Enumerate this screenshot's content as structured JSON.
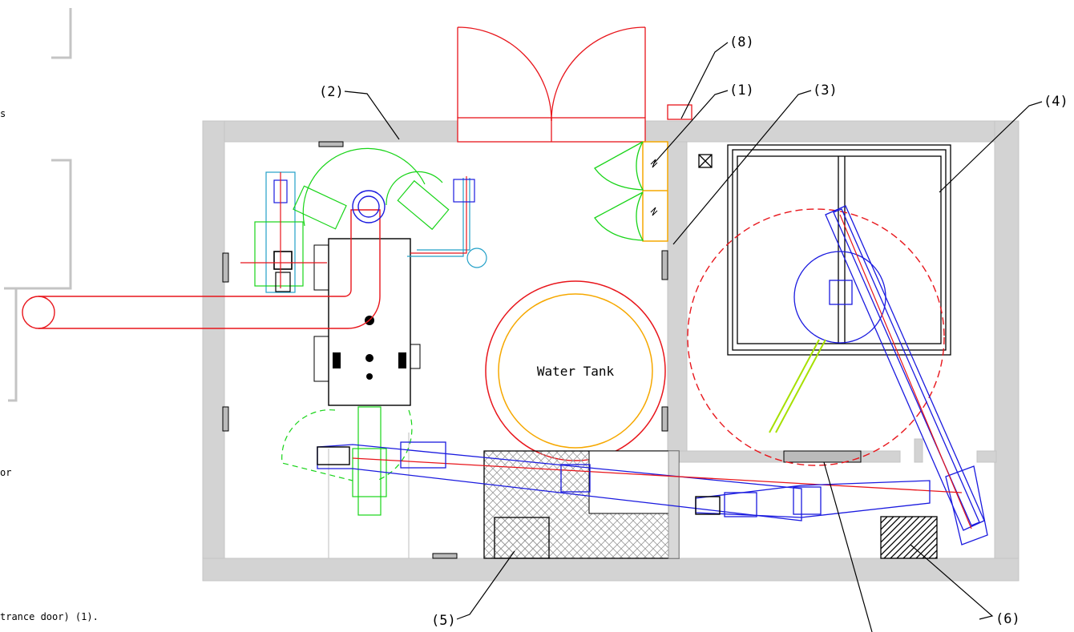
{
  "diagram": {
    "tank_label": "Water Tank",
    "callouts": [
      "(1)",
      "(2)",
      "(3)",
      "(4)",
      "(5)",
      "(6)",
      "(8)"
    ],
    "edge_texts": [
      "s",
      "or",
      "trance door) (1)."
    ],
    "colors": {
      "walls": "#d3d3d3",
      "outline": "#000000",
      "red": "#e8151b",
      "blue": "#1a1adf",
      "green": "#18d418",
      "lime": "#a6e000",
      "cyan": "#22a0c8",
      "orange": "#f6a800",
      "hatch": "#9a9a9a"
    }
  }
}
